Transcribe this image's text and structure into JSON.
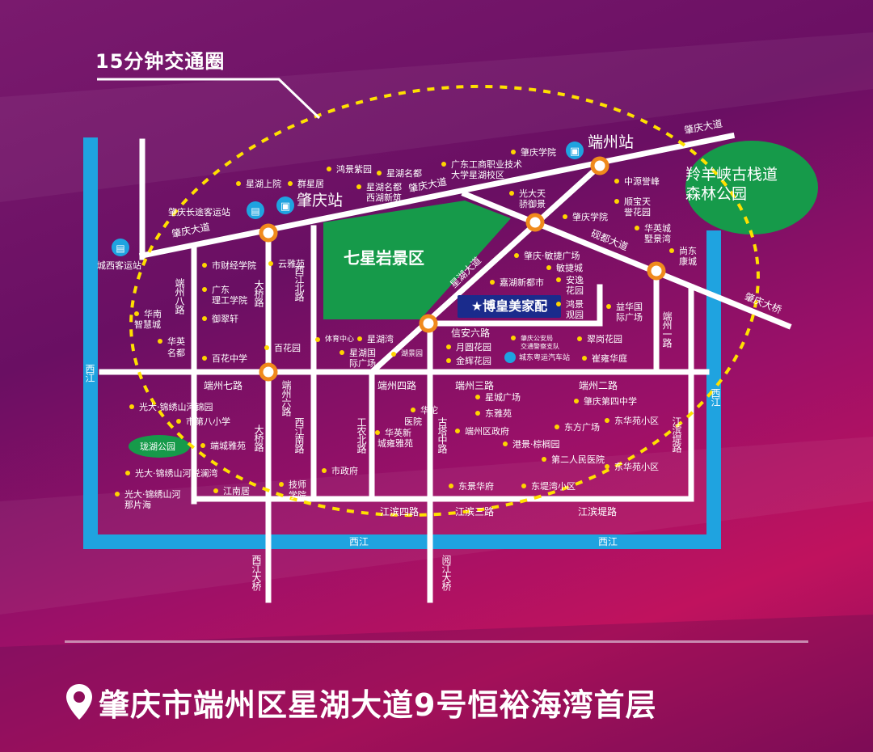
{
  "title": "15分钟交通圈",
  "store": "★博皇美家配",
  "address": "肇庆市端州区星湖大道9号恒裕海湾首层",
  "colors": {
    "river": "#1fa3e0",
    "road": "#ffffff",
    "park": "#169a4a",
    "circle": "#ffe000",
    "store_bg": "#1a2b8c",
    "station_ring": "#f08a1c"
  },
  "areas": {
    "qixingyan": "七星岩景区",
    "yangyangxia_1": "羚羊峡古栈道",
    "yangyangxia_2": "森林公园",
    "longhu": "珑湖公园"
  },
  "stations": {
    "duanzhou": "端州站",
    "zhaoqing": "肇庆站",
    "changtu": "肇庆长途客运站",
    "chengxi": "城西客运站",
    "chengdong": "城东粤运汽车站"
  },
  "roads": {
    "zhaoqing_dadao_left": "肇庆大道",
    "zhaoqing_dadao_mid": "肇庆大道",
    "zhaoqing_dadao_right": "肇庆大道",
    "xinghu_dadao": "星湖大道",
    "yandu_dadao": "砚都大道",
    "zhaoqing_daqiao": "肇庆大桥",
    "duanzhou_balu": "端州八路",
    "daqiao_lu_top": "大桥路",
    "daqiao_lu_bottom": "大桥路",
    "xijiang_beilu": "西江北路",
    "xijiang_nanlu": "西江南路",
    "duanzhou_liulu": "端州六路",
    "duanzhou_qilu": "端州七路",
    "duanzhou_silu": "端州四路",
    "duanzhou_sanlu": "端州三路",
    "duanzhou_erlu": "端州二路",
    "duanzhou_yilu": "端州一路",
    "xinan_liulu": "信安六路",
    "gongnong_beilu": "工农北路",
    "guta_zhonglu": "古塔中路",
    "jiangbin_tilu": "江滨堤路",
    "jiangbin_silu": "江滨四路",
    "jiangbin_sanlu": "江滨三路",
    "jiangbin_dilu": "江滨堤路",
    "xijiang_daqiao": "西江大桥",
    "yuejiang_daqiao": "阅江大桥",
    "xijiang_left": "西江",
    "xijiang_right": "西江",
    "xijiang_bottom_left": "西江",
    "xijiang_bottom_right": "西江"
  },
  "pois": [
    {
      "id": "zhaoqing_xueyuan",
      "label": "肇庆学院"
    },
    {
      "id": "guangdong_gongshang",
      "label": "广东工商职业技术"
    },
    {
      "id": "daxue_xinghu",
      "label": "大学星湖校区"
    },
    {
      "id": "hongjing",
      "label": "鸿景紫园"
    },
    {
      "id": "xinghu_mingdu",
      "label": "星湖名都"
    },
    {
      "id": "xinghu_shangyuan",
      "label": "星湖上院"
    },
    {
      "id": "qunxingju",
      "label": "群星居"
    },
    {
      "id": "xinghu_xihu_1",
      "label": "星湖名都"
    },
    {
      "id": "xinghu_xihu_2",
      "label": "西湖新筑"
    },
    {
      "id": "zhongyuan",
      "label": "中源誉峰"
    },
    {
      "id": "shunbao_1",
      "label": "顺宝天"
    },
    {
      "id": "shunbao_2",
      "label": "誉花园"
    },
    {
      "id": "guangda_1",
      "label": "光大天"
    },
    {
      "id": "guangda_2",
      "label": "骄御景"
    },
    {
      "id": "zhaoqing_xueyuan2",
      "label": "肇庆学院"
    },
    {
      "id": "huaying_1",
      "label": "华英城"
    },
    {
      "id": "huaying_2",
      "label": "墅景湾"
    },
    {
      "id": "shangdong_1",
      "label": "尚东"
    },
    {
      "id": "shangdong_2",
      "label": "康城"
    },
    {
      "id": "shicaijing",
      "label": "市财经学院"
    },
    {
      "id": "yunyayuan",
      "label": "云雅苑"
    },
    {
      "id": "guangdong_ligong_1",
      "label": "广东"
    },
    {
      "id": "guangdong_ligong_2",
      "label": "理工学院"
    },
    {
      "id": "yucuixuan",
      "label": "御翠轩"
    },
    {
      "id": "huanan_1",
      "label": "华南"
    },
    {
      "id": "huanan_2",
      "label": "智慧城"
    },
    {
      "id": "huaying_mingdu_1",
      "label": "华英"
    },
    {
      "id": "huaying_mingdu_2",
      "label": "名都"
    },
    {
      "id": "baihua",
      "label": "百花中学"
    },
    {
      "id": "baihuayuan",
      "label": "百花园"
    },
    {
      "id": "zhaoqing_minjie",
      "label": "肇庆·敏捷广场"
    },
    {
      "id": "minjiecheng",
      "label": "敏捷城"
    },
    {
      "id": "jiahu",
      "label": "嘉湖新都市"
    },
    {
      "id": "anyi_1",
      "label": "安逸"
    },
    {
      "id": "anyi_2",
      "label": "花园"
    },
    {
      "id": "hongjingguan_1",
      "label": "鸿景"
    },
    {
      "id": "hongjingguan_2",
      "label": "观园"
    },
    {
      "id": "yihua_1",
      "label": "益华国"
    },
    {
      "id": "yihua_2",
      "label": "际广场"
    },
    {
      "id": "tiyu",
      "label": "体育中心"
    },
    {
      "id": "xinghuwan",
      "label": "星湖湾"
    },
    {
      "id": "xinghu_guoji_1",
      "label": "星湖国"
    },
    {
      "id": "xinghu_guoji_2",
      "label": "际广场"
    },
    {
      "id": "huyuan",
      "label": "湖景园"
    },
    {
      "id": "yueyuan",
      "label": "月圆花园"
    },
    {
      "id": "jinhui",
      "label": "金辉花园"
    },
    {
      "id": "gongan_1",
      "label": "肇庆公安局"
    },
    {
      "id": "gongan_2",
      "label": "交通警察支队"
    },
    {
      "id": "cuigang",
      "label": "翠岗花园"
    },
    {
      "id": "cuiyong",
      "label": "崔雍华庭"
    },
    {
      "id": "guangda_jinxiu",
      "label": "光大·锦绣山河锦园"
    },
    {
      "id": "shibazhong",
      "label": "市第八小学"
    },
    {
      "id": "xicheng",
      "label": "端城雅苑"
    },
    {
      "id": "guangda_yuelan",
      "label": "光大·锦绣山河悦澜湾"
    },
    {
      "id": "guangda_napian_1",
      "label": "光大·锦绣山河"
    },
    {
      "id": "guangda_napian_2",
      "label": "那片海"
    },
    {
      "id": "jiangnanju",
      "label": "江南居"
    },
    {
      "id": "jishi_1",
      "label": "技师"
    },
    {
      "id": "jishi_2",
      "label": "学院"
    },
    {
      "id": "shizhengfu",
      "label": "市政府"
    },
    {
      "id": "huatuo_1",
      "label": "华佗"
    },
    {
      "id": "huatuo_2",
      "label": "医院"
    },
    {
      "id": "huaying_xin_1",
      "label": "华英新"
    },
    {
      "id": "huaying_xin_2",
      "label": "城雍雅苑"
    },
    {
      "id": "xingcheng",
      "label": "星城广场"
    },
    {
      "id": "dongyayuan",
      "label": "东雅苑"
    },
    {
      "id": "duanzhou_qu",
      "label": "端州区政府"
    },
    {
      "id": "gangjing",
      "label": "港景·棕榈园"
    },
    {
      "id": "zhaoqing_sizhong",
      "label": "肇庆第四中学"
    },
    {
      "id": "dongfang",
      "label": "东方广场"
    },
    {
      "id": "donghua_1",
      "label": "东华苑小区"
    },
    {
      "id": "dier_yiyuan",
      "label": "第二人民医院"
    },
    {
      "id": "donghua_2",
      "label": "东华苑小区"
    },
    {
      "id": "dongjing",
      "label": "东景华府"
    },
    {
      "id": "dongti",
      "label": "东堤湾小区"
    }
  ]
}
